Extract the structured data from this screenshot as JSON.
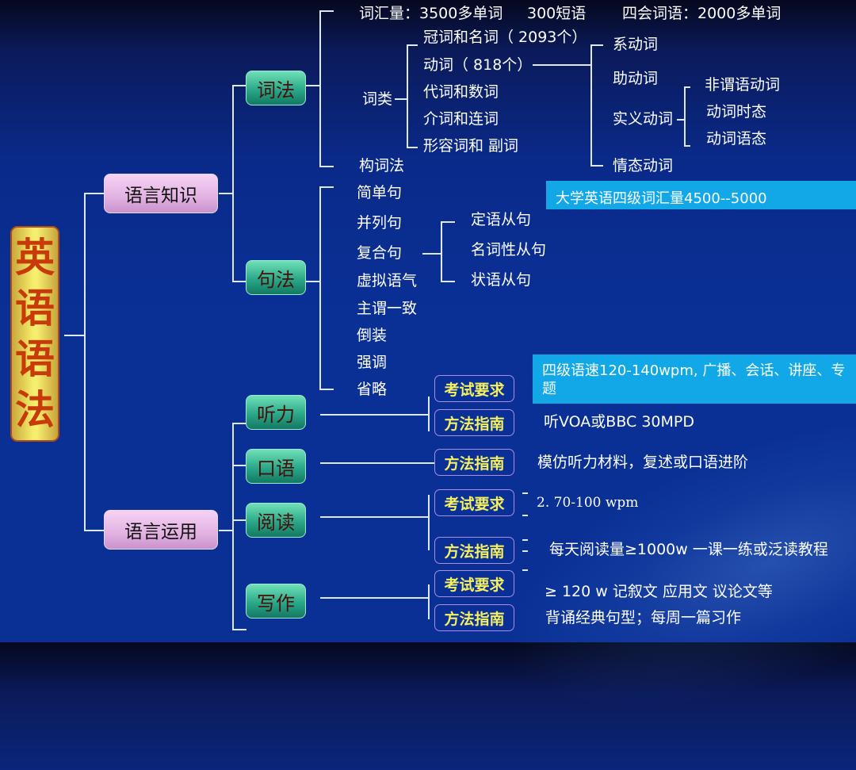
{
  "root": {
    "chars": [
      "英",
      "语",
      "语",
      "法"
    ]
  },
  "level1": {
    "knowledge": "语言知识",
    "usage": "语言运用"
  },
  "level2": {
    "lexis": "词法",
    "syntax": "句法",
    "listening": "听力",
    "speaking": "口语",
    "reading": "阅读",
    "writing": "写作"
  },
  "lexis": {
    "vocab_line": {
      "a": "词汇量：3500多单词",
      "b": "300短语",
      "c": "四会词语：2000多单词"
    },
    "word_class_label": "词类",
    "word_classes": [
      "冠词和名词（ 2093个）",
      "动词（ 818个）",
      "代词和数词",
      "介词和连词",
      "形容词和 副词"
    ],
    "verb_types": [
      "系动词",
      "助动词",
      "实义动词",
      "情态动词"
    ],
    "notional_verb_sub": [
      "非谓语动词",
      "动词时态",
      "动词语态"
    ],
    "word_formation": "构词法",
    "cet4_vocab_banner": "大学英语四级词汇量4500--5000"
  },
  "syntax": {
    "items": [
      "简单句",
      "并列句",
      "复合句",
      "虚拟语气",
      "主谓一致",
      "倒装",
      "强调",
      "省略"
    ],
    "complex_sub": [
      "定语从句",
      "名词性从句",
      "状语从句"
    ]
  },
  "usage": {
    "exam_req": "考试要求",
    "method_guide": "方法指南",
    "listening": {
      "exam_banner": "四级语速120-140wpm, 广播、会话、讲座、专题",
      "method": "听VOA或BBC  30MPD"
    },
    "speaking": {
      "method": "模仿听力材料，复述或口语进阶"
    },
    "reading": {
      "exam": "2. 70-100 wpm",
      "method": "每天阅读量≥1000w   一课一练或泛读教程"
    },
    "writing": {
      "exam": "≥ 120 w    记叙文  应用文  议论文等",
      "method": "背诵经典句型；每周一篇习作"
    }
  }
}
